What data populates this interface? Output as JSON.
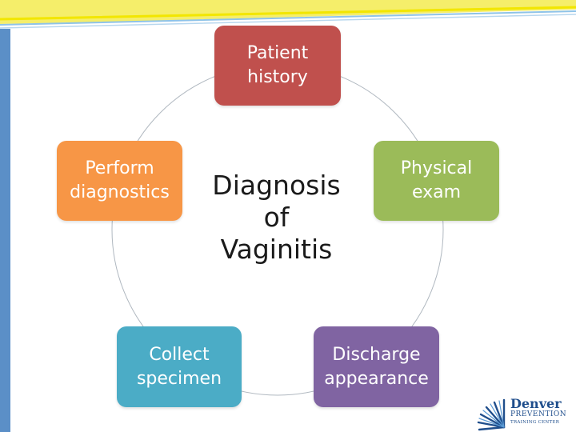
{
  "diagram": {
    "center_label": "Diagnosis\nof\nVaginitis",
    "nodes": [
      {
        "label": "Patient\nhistory",
        "color": "#c0504d"
      },
      {
        "label": "Physical\nexam",
        "color": "#9bbb59"
      },
      {
        "label": "Discharge\nappearance",
        "color": "#8064a2"
      },
      {
        "label": "Collect\nspecimen",
        "color": "#4bacc6"
      },
      {
        "label": "Perform\ndiagnostics",
        "color": "#f79646"
      }
    ]
  },
  "logo": {
    "line1": "Denver",
    "line2": "PREVENTION",
    "line3": "TRAINING CENTER",
    "icon": "sunburst-icon",
    "color": "#1f4e8c"
  },
  "theme": {
    "left_bar_color": "#5b8fc7",
    "top_band_colors": [
      "#f2e600",
      "#8fc3e8"
    ]
  }
}
